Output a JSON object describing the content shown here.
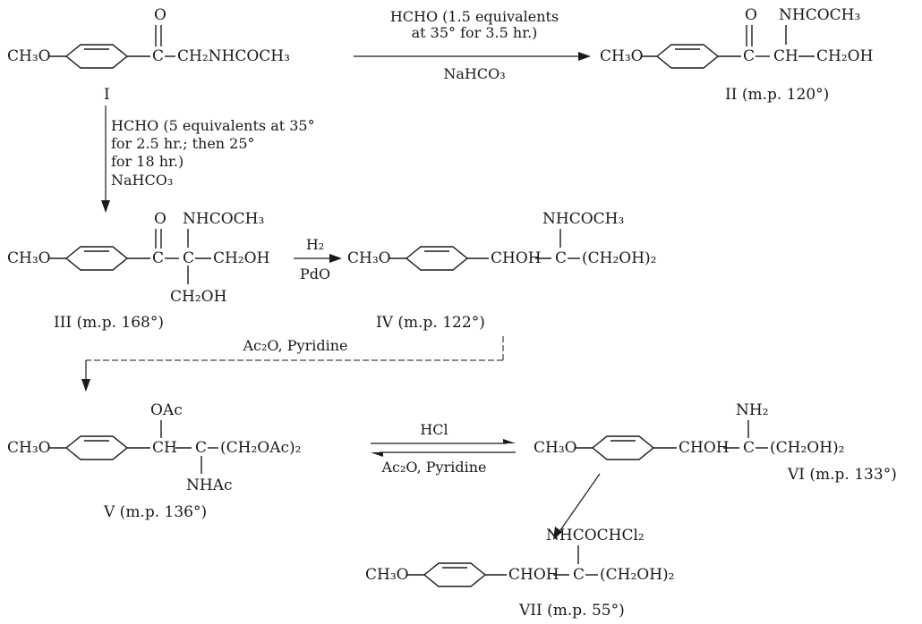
{
  "compounds": {
    "I": {
      "left_group": "CH₃O",
      "carbonyl_o": "O",
      "carbonyl_c": "C",
      "chain": "CH₂NHCOCH₃",
      "label": "I"
    },
    "II": {
      "left_group": "CH₃O",
      "carbonyl_o": "O",
      "substituent_top": "NHCOCH₃",
      "carbonyl_c": "C",
      "center": "CH",
      "chain_end": "CH₂OH",
      "label": "II (m.p. 120°)"
    },
    "III": {
      "left_group": "CH₃O",
      "carbonyl_o": "O",
      "substituent_top": "NHCOCH₃",
      "carbonyl_c": "C",
      "quaternary_c": "C",
      "chain_right": "CH₂OH",
      "substituent_bottom": "CH₂OH",
      "label": "III (m.p. 168°)"
    },
    "IV": {
      "left_group": "CH₃O",
      "substituent_top": "NHCOCH₃",
      "chain": "CHOH",
      "quaternary_c": "C",
      "chain_end": "(CH₂OH)₂",
      "label": "IV (m.p. 122°)"
    },
    "V": {
      "left_group": "CH₃O",
      "substituent_top": "OAc",
      "chain": "CH",
      "quaternary_c": "C",
      "chain_end": "(CH₂OAc)₂",
      "substituent_bottom": "NHAc",
      "label": "V (m.p. 136°)"
    },
    "VI": {
      "left_group": "CH₃O",
      "substituent_top": "NH₂",
      "chain": "CHOH",
      "quaternary_c": "C",
      "chain_end": "(CH₂OH)₂",
      "label": "VI (m.p. 133°)"
    },
    "VII": {
      "left_group": "CH₃O",
      "substituent_top": "NHCOCHCl₂",
      "chain": "CHOH",
      "quaternary_c": "C",
      "chain_end": "(CH₂OH)₂",
      "label": "VII (m.p. 55°)"
    }
  },
  "reactions": {
    "I_to_II": {
      "conditions_line1": "HCHO (1.5 equivalents",
      "conditions_line2": "at 35° for 3.5 hr.)",
      "reagent": "NaHCO₃"
    },
    "I_to_III": {
      "conditions_line1": "HCHO (5 equivalents at 35°",
      "conditions_line2": "for 2.5 hr.; then 25°",
      "conditions_line3": "for 18 hr.)",
      "reagent": "NaHCO₃"
    },
    "III_to_IV": {
      "reagent_top": "H₂",
      "reagent_bottom": "PdO"
    },
    "IV_to_V": {
      "reagent": "Ac₂O, Pyridine"
    },
    "V_to_VI": {
      "forward_reagent": "HCl",
      "reverse_reagent": "Ac₂O, Pyridine"
    }
  }
}
